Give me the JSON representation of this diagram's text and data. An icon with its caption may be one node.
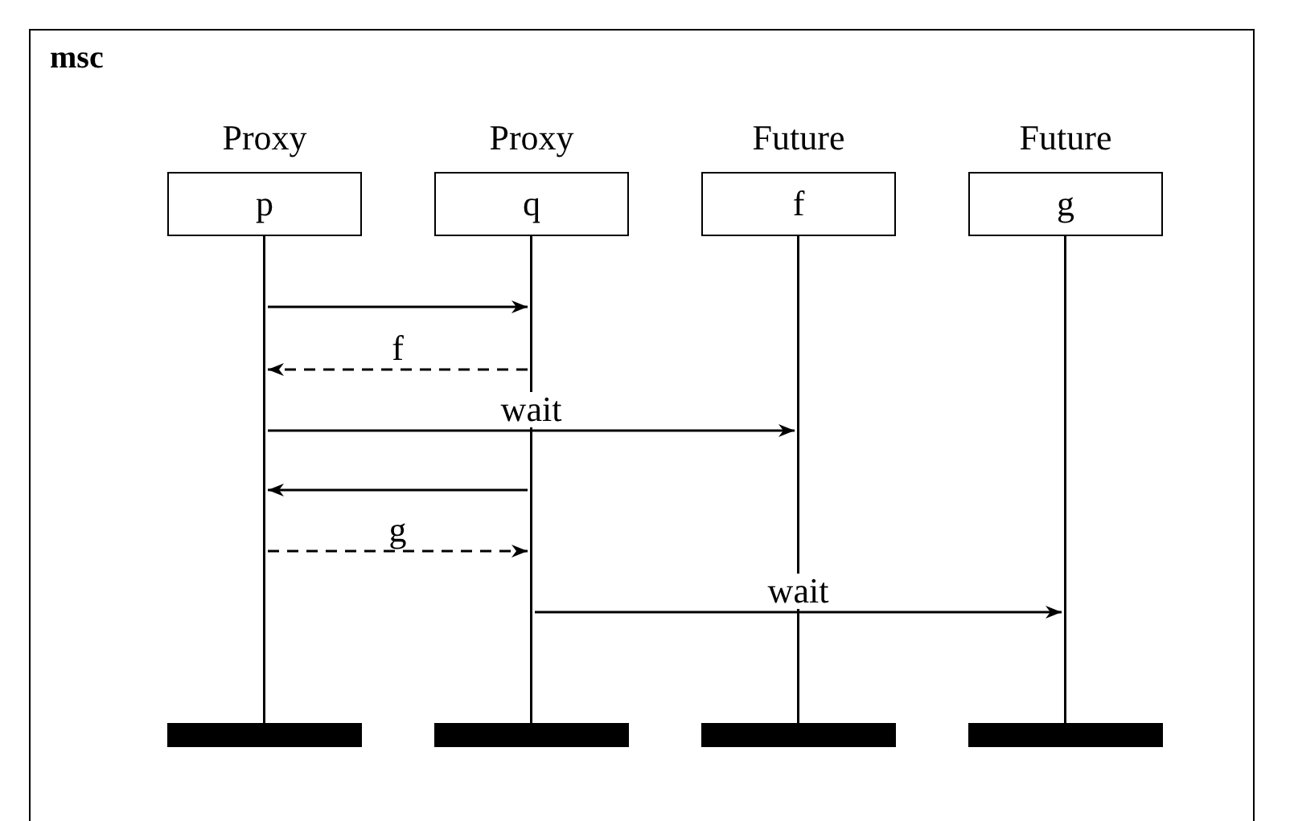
{
  "diagram": {
    "nodes": [
      {
        "text": [
          "msc"
        ]
      },
      {
        "text": [
          "Proxy",
          "p"
        ],
        "in": 0
      },
      {
        "text": [
          "Proxy",
          "q"
        ],
        "in": 0
      },
      {
        "text": [
          "Future",
          "f"
        ],
        "in": 0
      },
      {
        "text": [
          "Future",
          "g"
        ],
        "in": 0
      },
      {
        "text": [],
        "shape": "line",
        "in": 0
      },
      {
        "text": [],
        "shape": "line",
        "in": 0
      },
      {
        "text": [],
        "shape": "line",
        "in": 0
      },
      {
        "text": [],
        "shape": "line",
        "in": 0
      },
      {
        "text": [],
        "shape": "bar",
        "in": 0
      },
      {
        "text": [],
        "shape": "bar",
        "in": 0
      },
      {
        "text": [],
        "shape": "bar",
        "in": 0
      },
      {
        "text": [],
        "shape": "bar",
        "in": 0
      }
    ],
    "edges": [
      {
        "from": 5,
        "to": 6,
        "arrow": "to"
      },
      {
        "from": 6,
        "to": 5,
        "arrow": "to",
        "label": "f",
        "style": "dashed"
      },
      {
        "from": 5,
        "to": 7,
        "arrow": "to",
        "label": "wait"
      },
      {
        "from": 6,
        "to": 5,
        "arrow": "to"
      },
      {
        "from": 5,
        "to": 6,
        "arrow": "to",
        "label": "g",
        "style": "dashed"
      },
      {
        "from": 6,
        "to": 8,
        "arrow": "to",
        "label": "wait"
      }
    ]
  }
}
